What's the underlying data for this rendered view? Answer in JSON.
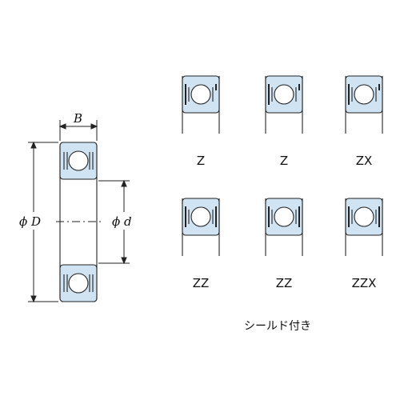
{
  "dimensions": {
    "width_label": "B",
    "outer_diameter_label": "ϕ D",
    "bore_label": "ϕ d"
  },
  "variants": [
    {
      "label": "Z",
      "shields": "top"
    },
    {
      "label": "Z",
      "shields": "top"
    },
    {
      "label": "ZX",
      "shields": "top"
    },
    {
      "label": "ZZ",
      "shields": "both"
    },
    {
      "label": "ZZ",
      "shields": "both"
    },
    {
      "label": "ZZX",
      "shields": "both"
    }
  ],
  "caption": "シールド付き",
  "colors": {
    "ring_fill": "#cfe3f2",
    "outline": "#222222",
    "ball_fill": "#ffffff"
  }
}
